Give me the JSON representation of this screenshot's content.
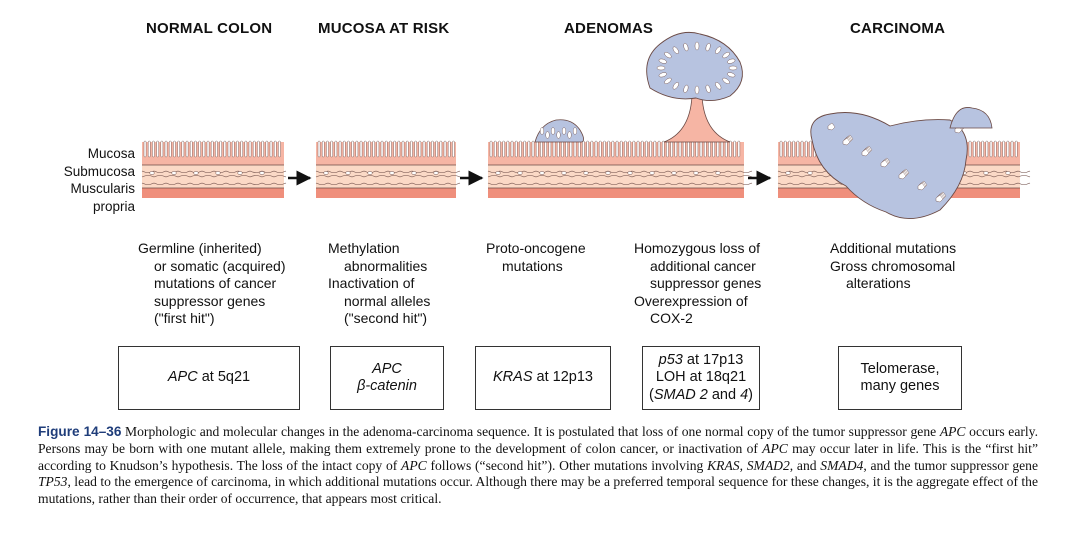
{
  "stages": {
    "normal_colon": "NORMAL COLON",
    "mucosa_at_risk": "MUCOSA AT RISK",
    "adenomas": "ADENOMAS",
    "carcinoma": "CARCINOMA"
  },
  "layers": {
    "mucosa": "Mucosa",
    "submucosa": "Submucosa",
    "muscularis_1": "Muscularis",
    "muscularis_2": "propria"
  },
  "events": {
    "germline": [
      "Germline (inherited)",
      "or somatic (acquired)",
      "mutations of cancer",
      "suppressor genes",
      "(\"first hit\")"
    ],
    "methylation": [
      "Methylation",
      "abnormalities",
      "Inactivation of",
      "normal alleles",
      "(\"second hit\")"
    ],
    "proto_oncogene": [
      "Proto-oncogene",
      "mutations"
    ],
    "homozygous": [
      "Homozygous loss of",
      "additional cancer",
      "suppressor genes",
      "Overexpression of",
      "COX-2"
    ],
    "additional": [
      "Additional mutations",
      "Gross chromosomal",
      "alterations"
    ]
  },
  "boxes": {
    "apc": {
      "gene": "APC",
      "rest": " at 5q21"
    },
    "apc_beta": {
      "line1": "APC",
      "line2": "β-catenin"
    },
    "kras": {
      "gene": "KRAS",
      "rest": " at 12p13"
    },
    "p53": {
      "gene": "p53",
      "rest": " at 17p13",
      "line2": "LOH at 18q21",
      "open": "(",
      "smad": "SMAD 2",
      "and": " and ",
      "four": "4",
      "close": ")"
    },
    "telomerase": {
      "line1": "Telomerase,",
      "line2": "many genes"
    }
  },
  "caption": {
    "figure_label": "Figure 14–36",
    "p1": " Morphologic and molecular changes in the adenoma-carcinoma sequence. It is postulated that loss of one normal copy of the tumor suppressor gene ",
    "apc1": "APC",
    "p2": " occurs early. Persons may be born with one mutant allele, making them extremely prone to the development of colon cancer, or inactivation of ",
    "apc2": "APC",
    "p3": " may occur later in life. This is the “first hit” according to Knudson’s hypothesis. The loss of the intact copy of ",
    "apc3": "APC",
    "p4": " follows (“second hit”). Other mutations involving ",
    "kras": "KRAS",
    "p5": ", ",
    "smad2": "SMAD2",
    "p6": ", and ",
    "smad4": "SMAD4",
    "p7": ", and the tumor suppressor gene ",
    "tp53": "TP53",
    "p8": ", lead to the emergence of carcinoma, in which additional mutations occur. Although there may be a preferred temporal sequence for these changes, it is the aggregate effect of the mutations, rather than their order of occurrence, that appears most critical."
  },
  "colors": {
    "mucosa": "#f6b5a4",
    "crypt": "#ffffff",
    "submucosa": "#fbd9c6",
    "muscularis": "#ef8f7c",
    "adenoma": "#b7c3e0",
    "outline": "#6b4a45"
  }
}
